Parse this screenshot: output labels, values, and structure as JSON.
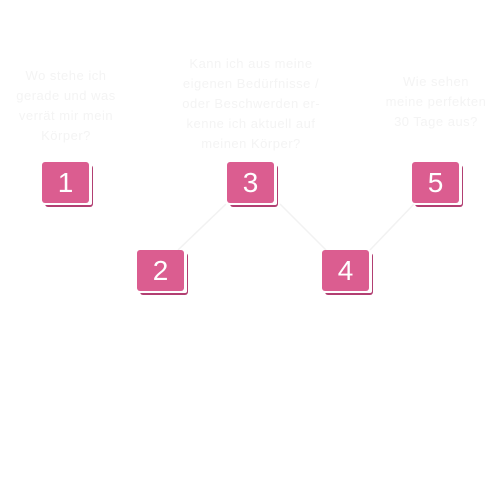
{
  "steps": [
    {
      "number": "1",
      "caption": "Wo stehe ich gerade und was verrät mir mein Körper?"
    },
    {
      "number": "2",
      "caption": ""
    },
    {
      "number": "3",
      "caption": "Kann ich aus meine eigenen Bedürfnisse / oder Beschwerden er­kenne ich aktuell auf meinen Körper?"
    },
    {
      "number": "4",
      "caption": ""
    },
    {
      "number": "5",
      "caption": "Wie sehen meine perfekten 30 Tage aus?"
    }
  ],
  "colors": {
    "tile": "#db5d90",
    "tile_shadow": "#b23f72",
    "connector": "#f2f2f2",
    "caption_text": "#f4f4f4"
  }
}
